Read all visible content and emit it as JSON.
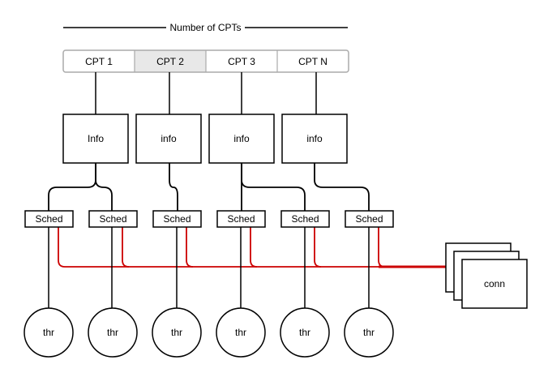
{
  "header": {
    "label": "Number of CPTs"
  },
  "cpts": [
    {
      "label": "CPT 1",
      "highlighted": false
    },
    {
      "label": "CPT 2",
      "highlighted": true
    },
    {
      "label": "CPT 3",
      "highlighted": false
    },
    {
      "label": "CPT N",
      "highlighted": false
    }
  ],
  "info_boxes": [
    "Info",
    "info",
    "info",
    "info"
  ],
  "scheds": [
    "Sched",
    "Sched",
    "Sched",
    "Sched",
    "Sched",
    "Sched"
  ],
  "threads": [
    "thr",
    "thr",
    "thr",
    "thr",
    "thr",
    "thr"
  ],
  "conn": {
    "label": "conn"
  },
  "colors": {
    "line": "#000000",
    "conn_line": "#cc0000",
    "highlight_fill": "#e8e8e8",
    "border_gray": "#aaaaaa"
  }
}
